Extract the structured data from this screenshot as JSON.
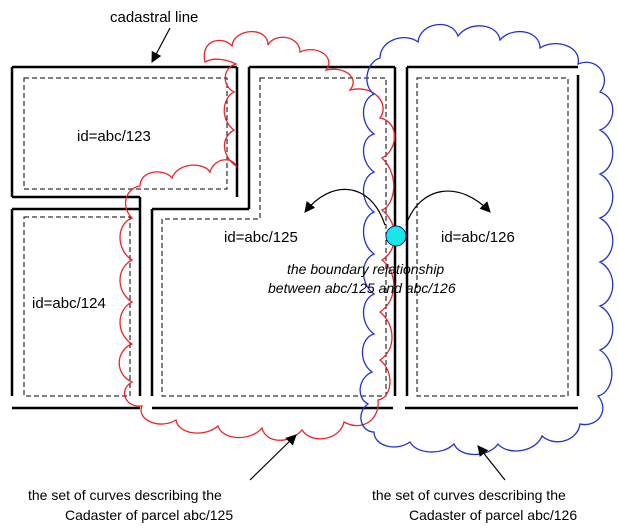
{
  "labels": {
    "cadastral_line": "cadastral line",
    "parcel_123": "id=abc/123",
    "parcel_124": "id=abc/124",
    "parcel_125": "id=abc/125",
    "parcel_126": "id=abc/126",
    "boundary_line1": "the boundary relationship",
    "boundary_line2": "between abc/125 and abc/126",
    "caption_125_line1": "the set of curves describing the",
    "caption_125_line2": "Cadaster of parcel abc/125",
    "caption_126_line1": "the set of curves describing the",
    "caption_126_line2": "Cadaster of parcel abc/126"
  },
  "colors": {
    "line": "#000000",
    "parcel_125_curve": "#e8262a",
    "parcel_126_curve": "#2233cc",
    "boundary_marker": "#19e6e6"
  }
}
